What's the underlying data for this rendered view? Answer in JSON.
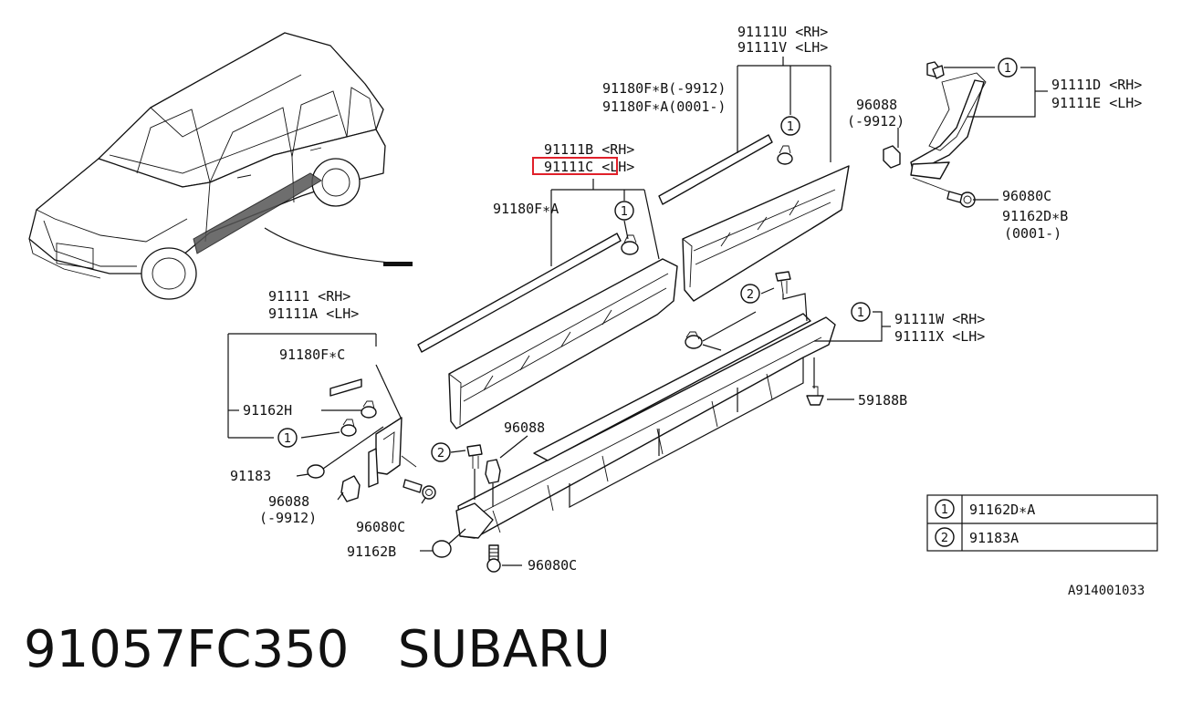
{
  "labels": {
    "p91111U": "91111U <RH>",
    "p91111V": "91111V <LH>",
    "p91180FB": "91180F∗B(-9912)",
    "p91180FA0": "91180F∗A(0001-)",
    "p91111D": "91111D <RH>",
    "p91111E": "91111E <LH>",
    "p96088a": "96088",
    "p96088a_range": "(-9912)",
    "p91111B": "91111B <RH>",
    "p91111C": "91111C <LH>",
    "p91180FA": "91180F∗A",
    "p96080C_a": "96080C",
    "p91162DB": "91162D∗B",
    "p91162DB_range": "(0001-)",
    "p91111": "91111  <RH>",
    "p91111A": "91111A <LH>",
    "p91180FC": "91180F∗C",
    "p91162H": "91162H",
    "p91183": "91183",
    "p96088b": "96088",
    "p96088b_range": "(-9912)",
    "p96080C_b": "96080C",
    "p91162B": "91162B",
    "p96080C_c": "96080C",
    "p96088c": "96088",
    "p91111W": "91111W <RH>",
    "p91111X": "91111X <LH>",
    "p59188B": "59188B"
  },
  "callout_numbers": [
    "1",
    "2"
  ],
  "legend": [
    {
      "num": "1",
      "part": "91162D∗A"
    },
    {
      "num": "2",
      "part": "91183A"
    }
  ],
  "diagram_code": "A914001033",
  "highlighted_part": "91111C",
  "highlight_color": "#e0202a",
  "footer": {
    "part_number": "91057FC350",
    "brand": "SUBARU"
  }
}
